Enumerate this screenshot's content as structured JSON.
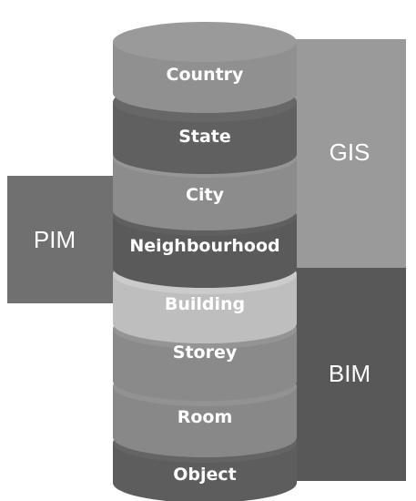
{
  "layers": [
    {
      "label": "Country",
      "color": "#909090"
    },
    {
      "label": "State",
      "color": "#606060"
    },
    {
      "label": "City",
      "color": "#8c8c8c"
    },
    {
      "label": "Neighbourhood",
      "color": "#5a5a5a"
    },
    {
      "label": "Building",
      "color": "#bebebe"
    },
    {
      "label": "Storey",
      "color": "#8a8a8a"
    },
    {
      "label": "Room",
      "color": "#888888"
    },
    {
      "label": "Object",
      "color": "#5d5d5d"
    }
  ],
  "blocks": {
    "gis": {
      "label": "GIS",
      "color": "#9a9a9a"
    },
    "bim": {
      "label": "BIM",
      "color": "#585858"
    },
    "pim": {
      "label": "PIM",
      "color": "#707070"
    }
  }
}
